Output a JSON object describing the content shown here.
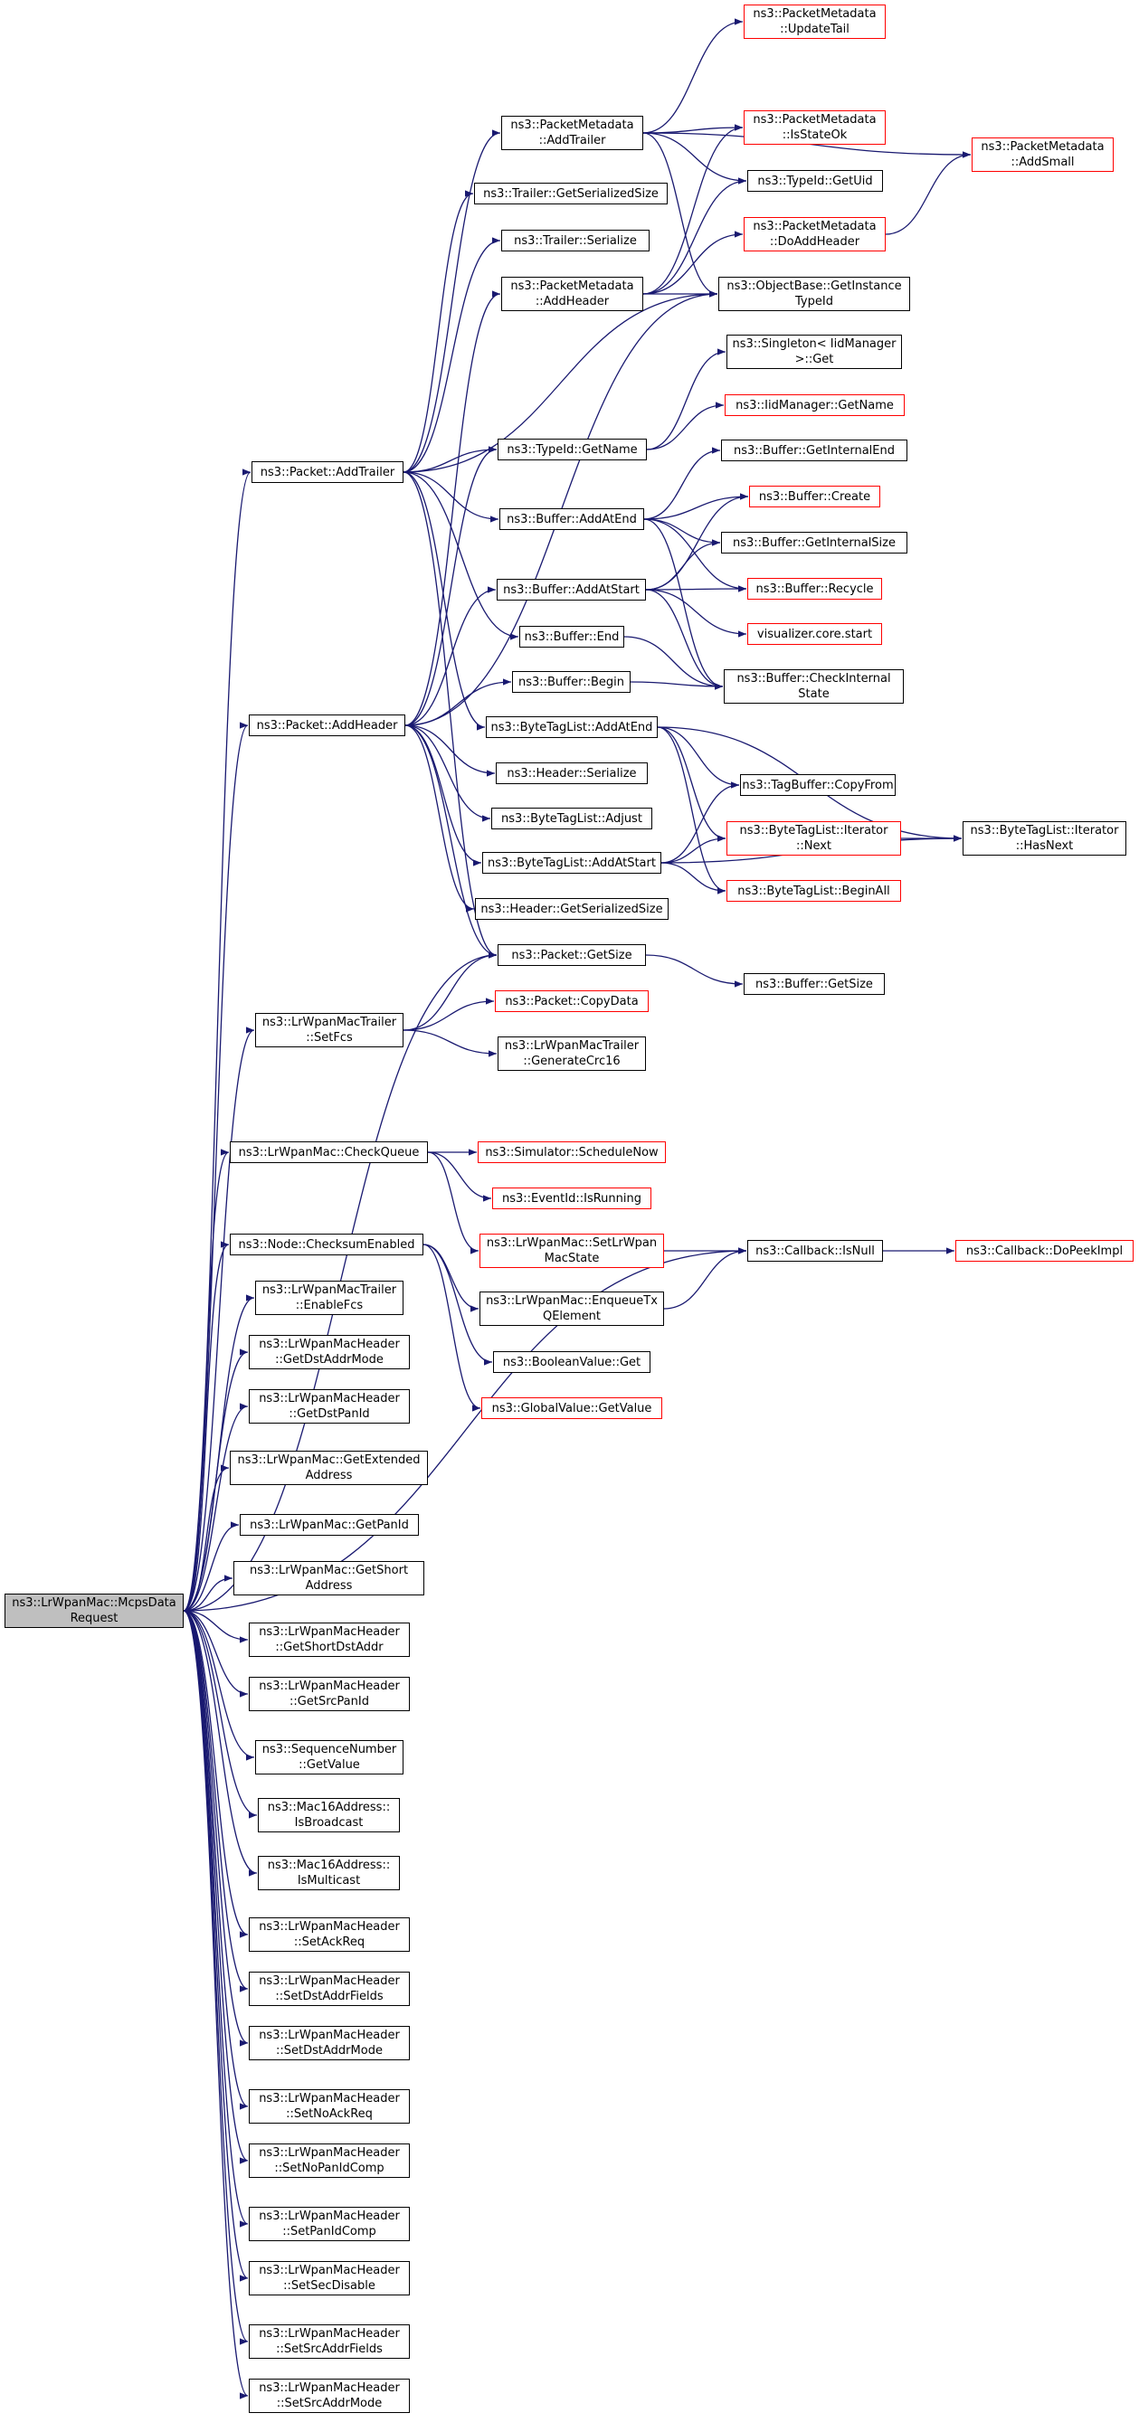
{
  "colors": {
    "edge": "#191970",
    "node_border": "#000000",
    "truncated_node_border": "#ff0000",
    "root_fill": "#bfbfbf"
  },
  "nodes": {
    "root": {
      "lines": [
        "ns3::LrWpanMac::McpsData",
        "Request"
      ]
    },
    "pm_updatetail": {
      "lines": [
        "ns3::PacketMetadata",
        "::UpdateTail"
      ]
    },
    "pm_addtrailer": {
      "lines": [
        "ns3::PacketMetadata",
        "::AddTrailer"
      ]
    },
    "pm_isstateok": {
      "lines": [
        "ns3::PacketMetadata",
        "::IsStateOk"
      ]
    },
    "pm_addsmall": {
      "lines": [
        "ns3::PacketMetadata",
        "::AddSmall"
      ]
    },
    "trailer_getser": {
      "lines": [
        "ns3::Trailer::GetSerializedSize"
      ]
    },
    "typeid_getuid": {
      "lines": [
        "ns3::TypeId::GetUid"
      ]
    },
    "pm_doaddheader": {
      "lines": [
        "ns3::PacketMetadata",
        "::DoAddHeader"
      ]
    },
    "trailer_serialize": {
      "lines": [
        "ns3::Trailer::Serialize"
      ]
    },
    "pm_addheader": {
      "lines": [
        "ns3::PacketMetadata",
        "::AddHeader"
      ]
    },
    "ob_getinstance": {
      "lines": [
        "ns3::ObjectBase::GetInstance",
        "TypeId"
      ]
    },
    "singleton_get": {
      "lines": [
        "ns3::Singleton< IidManager",
        ">::Get"
      ]
    },
    "iid_getname": {
      "lines": [
        "ns3::IidManager::GetName"
      ]
    },
    "typeid_getname": {
      "lines": [
        "ns3::TypeId::GetName"
      ]
    },
    "buf_getinternalend": {
      "lines": [
        "ns3::Buffer::GetInternalEnd"
      ]
    },
    "packet_addtrailer": {
      "lines": [
        "ns3::Packet::AddTrailer"
      ]
    },
    "buf_addatend": {
      "lines": [
        "ns3::Buffer::AddAtEnd"
      ]
    },
    "buf_create": {
      "lines": [
        "ns3::Buffer::Create"
      ]
    },
    "buf_getinternalsize": {
      "lines": [
        "ns3::Buffer::GetInternalSize"
      ]
    },
    "buf_addatstart": {
      "lines": [
        "ns3::Buffer::AddAtStart"
      ]
    },
    "buf_recycle": {
      "lines": [
        "ns3::Buffer::Recycle"
      ]
    },
    "vis_start": {
      "lines": [
        "visualizer.core.start"
      ]
    },
    "buf_end": {
      "lines": [
        "ns3::Buffer::End"
      ]
    },
    "buf_begin": {
      "lines": [
        "ns3::Buffer::Begin"
      ]
    },
    "buf_checkinternal": {
      "lines": [
        "ns3::Buffer::CheckInternal",
        "State"
      ]
    },
    "packet_addheader": {
      "lines": [
        "ns3::Packet::AddHeader"
      ]
    },
    "btl_addatend": {
      "lines": [
        "ns3::ByteTagList::AddAtEnd"
      ]
    },
    "header_serialize": {
      "lines": [
        "ns3::Header::Serialize"
      ]
    },
    "tagbuf_copyfrom": {
      "lines": [
        "ns3::TagBuffer::CopyFrom"
      ]
    },
    "btl_adjust": {
      "lines": [
        "ns3::ByteTagList::Adjust"
      ]
    },
    "btli_next": {
      "lines": [
        "ns3::ByteTagList::Iterator",
        "::Next"
      ]
    },
    "btli_hasnext": {
      "lines": [
        "ns3::ByteTagList::Iterator",
        "::HasNext"
      ]
    },
    "btl_addatstart": {
      "lines": [
        "ns3::ByteTagList::AddAtStart"
      ]
    },
    "btl_beginall": {
      "lines": [
        "ns3::ByteTagList::BeginAll"
      ]
    },
    "header_getser": {
      "lines": [
        "ns3::Header::GetSerializedSize"
      ]
    },
    "packet_getsize": {
      "lines": [
        "ns3::Packet::GetSize"
      ]
    },
    "buf_getsize": {
      "lines": [
        "ns3::Buffer::GetSize"
      ]
    },
    "lmt_setfcs": {
      "lines": [
        "ns3::LrWpanMacTrailer",
        "::SetFcs"
      ]
    },
    "packet_copydata": {
      "lines": [
        "ns3::Packet::CopyData"
      ]
    },
    "lmt_gencrc16": {
      "lines": [
        "ns3::LrWpanMacTrailer",
        "::GenerateCrc16"
      ]
    },
    "mac_checkqueue": {
      "lines": [
        "ns3::LrWpanMac::CheckQueue"
      ]
    },
    "sim_schedulenow": {
      "lines": [
        "ns3::Simulator::ScheduleNow"
      ]
    },
    "eventid_isrunning": {
      "lines": [
        "ns3::EventId::IsRunning"
      ]
    },
    "node_checksum": {
      "lines": [
        "ns3::Node::ChecksumEnabled"
      ]
    },
    "mac_setstate": {
      "lines": [
        "ns3::LrWpanMac::SetLrWpan",
        "MacState"
      ]
    },
    "cb_isnull": {
      "lines": [
        "ns3::Callback::IsNull"
      ]
    },
    "cb_dopeek": {
      "lines": [
        "ns3::Callback::DoPeekImpl"
      ]
    },
    "lmt_enablefcs": {
      "lines": [
        "ns3::LrWpanMacTrailer",
        "::EnableFcs"
      ]
    },
    "mac_enqueue": {
      "lines": [
        "ns3::LrWpanMac::EnqueueTx",
        "QElement"
      ]
    },
    "bool_get": {
      "lines": [
        "ns3::BooleanValue::Get"
      ]
    },
    "lmh_getdstaddrmode": {
      "lines": [
        "ns3::LrWpanMacHeader",
        "::GetDstAddrMode"
      ]
    },
    "gv_getvalue": {
      "lines": [
        "ns3::GlobalValue::GetValue"
      ]
    },
    "lmh_getdstpanid": {
      "lines": [
        "ns3::LrWpanMacHeader",
        "::GetDstPanId"
      ]
    },
    "mac_getextended": {
      "lines": [
        "ns3::LrWpanMac::GetExtended",
        "Address"
      ]
    },
    "mac_getpanid": {
      "lines": [
        "ns3::LrWpanMac::GetPanId"
      ]
    },
    "mac_getshort": {
      "lines": [
        "ns3::LrWpanMac::GetShort",
        "Address"
      ]
    },
    "lmh_getshortdst": {
      "lines": [
        "ns3::LrWpanMacHeader",
        "::GetShortDstAddr"
      ]
    },
    "lmh_getsrcpanid": {
      "lines": [
        "ns3::LrWpanMacHeader",
        "::GetSrcPanId"
      ]
    },
    "seq_getvalue": {
      "lines": [
        "ns3::SequenceNumber",
        "::GetValue"
      ]
    },
    "mac16_isbroadcast": {
      "lines": [
        "ns3::Mac16Address::",
        "IsBroadcast"
      ]
    },
    "mac16_ismulticast": {
      "lines": [
        "ns3::Mac16Address::",
        "IsMulticast"
      ]
    },
    "lmh_setackreq": {
      "lines": [
        "ns3::LrWpanMacHeader",
        "::SetAckReq"
      ]
    },
    "lmh_setdstaddrfields": {
      "lines": [
        "ns3::LrWpanMacHeader",
        "::SetDstAddrFields"
      ]
    },
    "lmh_setdstaddrmode": {
      "lines": [
        "ns3::LrWpanMacHeader",
        "::SetDstAddrMode"
      ]
    },
    "lmh_setnoackreq": {
      "lines": [
        "ns3::LrWpanMacHeader",
        "::SetNoAckReq"
      ]
    },
    "lmh_setnopanidcomp": {
      "lines": [
        "ns3::LrWpanMacHeader",
        "::SetNoPanIdComp"
      ]
    },
    "lmh_setpanidcomp": {
      "lines": [
        "ns3::LrWpanMacHeader",
        "::SetPanIdComp"
      ]
    },
    "lmh_setsecdisable": {
      "lines": [
        "ns3::LrWpanMacHeader",
        "::SetSecDisable"
      ]
    },
    "lmh_setsrcaddrfields": {
      "lines": [
        "ns3::LrWpanMacHeader",
        "::SetSrcAddrFields"
      ]
    },
    "lmh_setsrcaddrmode": {
      "lines": [
        "ns3::LrWpanMacHeader",
        "::SetSrcAddrMode"
      ]
    }
  },
  "edges": [
    [
      "root",
      "packet_addtrailer"
    ],
    [
      "root",
      "packet_addheader"
    ],
    [
      "root",
      "packet_getsize"
    ],
    [
      "root",
      "lmt_setfcs"
    ],
    [
      "root",
      "cb_isnull"
    ],
    [
      "root",
      "mac_checkqueue"
    ],
    [
      "root",
      "node_checksum"
    ],
    [
      "root",
      "lmt_enablefcs"
    ],
    [
      "root",
      "lmh_getdstaddrmode"
    ],
    [
      "root",
      "lmh_getdstpanid"
    ],
    [
      "root",
      "mac_getextended"
    ],
    [
      "root",
      "mac_getpanid"
    ],
    [
      "root",
      "mac_getshort"
    ],
    [
      "root",
      "lmh_getshortdst"
    ],
    [
      "root",
      "lmh_getsrcpanid"
    ],
    [
      "root",
      "seq_getvalue"
    ],
    [
      "root",
      "mac16_isbroadcast"
    ],
    [
      "root",
      "mac16_ismulticast"
    ],
    [
      "root",
      "lmh_setackreq"
    ],
    [
      "root",
      "lmh_setdstaddrfields"
    ],
    [
      "root",
      "lmh_setdstaddrmode"
    ],
    [
      "root",
      "lmh_setnoackreq"
    ],
    [
      "root",
      "lmh_setnopanidcomp"
    ],
    [
      "root",
      "lmh_setpanidcomp"
    ],
    [
      "root",
      "lmh_setsecdisable"
    ],
    [
      "root",
      "lmh_setsrcaddrfields"
    ],
    [
      "root",
      "lmh_setsrcaddrmode"
    ],
    [
      "packet_addtrailer",
      "pm_addtrailer"
    ],
    [
      "packet_addtrailer",
      "trailer_getser"
    ],
    [
      "packet_addtrailer",
      "trailer_serialize"
    ],
    [
      "packet_addtrailer",
      "ob_getinstance"
    ],
    [
      "packet_addtrailer",
      "typeid_getname"
    ],
    [
      "packet_addtrailer",
      "buf_addatend"
    ],
    [
      "packet_addtrailer",
      "buf_end"
    ],
    [
      "packet_addtrailer",
      "btl_addatend"
    ],
    [
      "packet_addtrailer",
      "packet_getsize"
    ],
    [
      "pm_addtrailer",
      "pm_updatetail"
    ],
    [
      "pm_addtrailer",
      "pm_isstateok"
    ],
    [
      "pm_addtrailer",
      "pm_addsmall"
    ],
    [
      "pm_addtrailer",
      "typeid_getuid"
    ],
    [
      "pm_addtrailer",
      "ob_getinstance"
    ],
    [
      "pm_addheader",
      "pm_isstateok"
    ],
    [
      "pm_addheader",
      "typeid_getuid"
    ],
    [
      "pm_addheader",
      "pm_doaddheader"
    ],
    [
      "pm_addheader",
      "ob_getinstance"
    ],
    [
      "pm_doaddheader",
      "pm_addsmall"
    ],
    [
      "typeid_getname",
      "singleton_get"
    ],
    [
      "typeid_getname",
      "iid_getname"
    ],
    [
      "buf_addatend",
      "buf_getinternalend"
    ],
    [
      "buf_addatend",
      "buf_create"
    ],
    [
      "buf_addatend",
      "buf_getinternalsize"
    ],
    [
      "buf_addatend",
      "buf_recycle"
    ],
    [
      "buf_addatend",
      "buf_checkinternal"
    ],
    [
      "buf_addatstart",
      "buf_create"
    ],
    [
      "buf_addatstart",
      "buf_getinternalsize"
    ],
    [
      "buf_addatstart",
      "buf_recycle"
    ],
    [
      "buf_addatstart",
      "vis_start"
    ],
    [
      "buf_addatstart",
      "buf_checkinternal"
    ],
    [
      "buf_end",
      "buf_checkinternal"
    ],
    [
      "buf_begin",
      "buf_checkinternal"
    ],
    [
      "packet_addheader",
      "pm_addheader"
    ],
    [
      "packet_addheader",
      "ob_getinstance"
    ],
    [
      "packet_addheader",
      "typeid_getname"
    ],
    [
      "packet_addheader",
      "buf_addatstart"
    ],
    [
      "packet_addheader",
      "buf_begin"
    ],
    [
      "packet_addheader",
      "header_serialize"
    ],
    [
      "packet_addheader",
      "btl_adjust"
    ],
    [
      "packet_addheader",
      "btl_addatstart"
    ],
    [
      "packet_addheader",
      "header_getser"
    ],
    [
      "packet_addheader",
      "packet_getsize"
    ],
    [
      "btl_addatend",
      "tagbuf_copyfrom"
    ],
    [
      "btl_addatend",
      "btli_next"
    ],
    [
      "btl_addatend",
      "btli_hasnext"
    ],
    [
      "btl_addatend",
      "btl_beginall"
    ],
    [
      "btl_addatstart",
      "tagbuf_copyfrom"
    ],
    [
      "btl_addatstart",
      "btli_next"
    ],
    [
      "btl_addatstart",
      "btli_hasnext"
    ],
    [
      "btl_addatstart",
      "btl_beginall"
    ],
    [
      "btli_next",
      "btli_hasnext"
    ],
    [
      "packet_getsize",
      "buf_getsize"
    ],
    [
      "lmt_setfcs",
      "packet_getsize"
    ],
    [
      "lmt_setfcs",
      "packet_copydata"
    ],
    [
      "lmt_setfcs",
      "lmt_gencrc16"
    ],
    [
      "mac_checkqueue",
      "sim_schedulenow"
    ],
    [
      "mac_checkqueue",
      "eventid_isrunning"
    ],
    [
      "mac_checkqueue",
      "mac_setstate"
    ],
    [
      "mac_setstate",
      "cb_isnull"
    ],
    [
      "mac_enqueue",
      "cb_isnull"
    ],
    [
      "cb_isnull",
      "cb_dopeek"
    ],
    [
      "node_checksum",
      "mac_enqueue"
    ],
    [
      "node_checksum",
      "bool_get"
    ],
    [
      "node_checksum",
      "gv_getvalue"
    ]
  ]
}
